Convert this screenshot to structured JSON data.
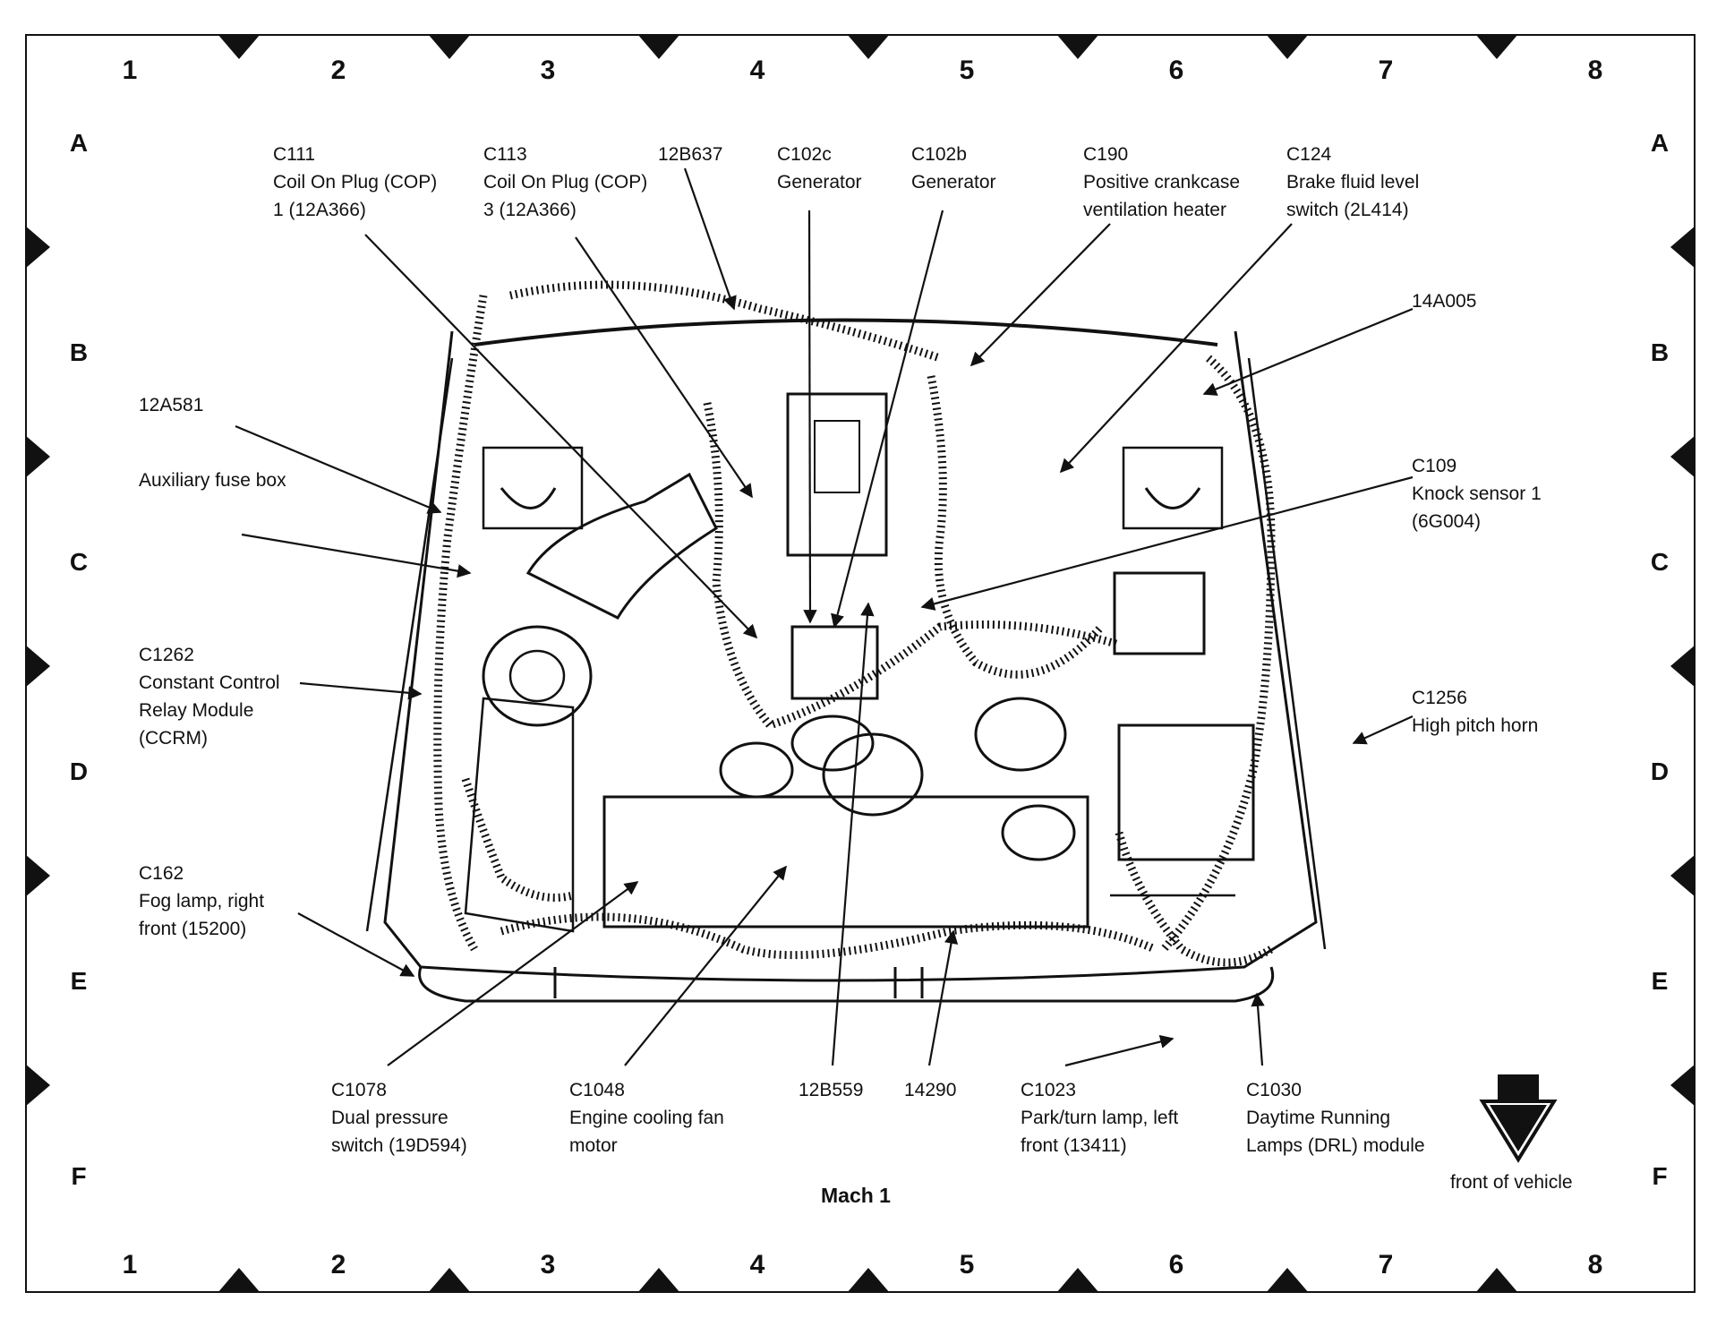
{
  "grid": {
    "columns": [
      "1",
      "2",
      "3",
      "4",
      "5",
      "6",
      "7",
      "8"
    ],
    "rows": [
      "A",
      "B",
      "C",
      "D",
      "E",
      "F"
    ]
  },
  "title": "Mach 1",
  "orientation_label": "front of vehicle",
  "callouts": [
    {
      "id": "c111",
      "lines": [
        "C111",
        "Coil On Plug (COP)",
        "1 (12A366)"
      ]
    },
    {
      "id": "c113",
      "lines": [
        "C113",
        "Coil On Plug (COP)",
        "3 (12A366)"
      ]
    },
    {
      "id": "12b637",
      "lines": [
        "12B637"
      ]
    },
    {
      "id": "c102c",
      "lines": [
        "C102c",
        "Generator"
      ]
    },
    {
      "id": "c102b",
      "lines": [
        "C102b",
        "Generator"
      ]
    },
    {
      "id": "c190",
      "lines": [
        "C190",
        "Positive crankcase",
        "ventilation heater"
      ]
    },
    {
      "id": "c124",
      "lines": [
        "C124",
        "Brake fluid level",
        "switch (2L414)"
      ]
    },
    {
      "id": "14a005",
      "lines": [
        "14A005"
      ]
    },
    {
      "id": "12a581",
      "lines": [
        "12A581"
      ]
    },
    {
      "id": "aux-fuse",
      "lines": [
        "Auxiliary fuse box"
      ]
    },
    {
      "id": "c109",
      "lines": [
        "C109",
        "Knock sensor 1",
        "(6G004)"
      ]
    },
    {
      "id": "c1262",
      "lines": [
        "C1262",
        "Constant Control",
        "Relay Module",
        "(CCRM)"
      ]
    },
    {
      "id": "c1256",
      "lines": [
        "C1256",
        "High pitch horn"
      ]
    },
    {
      "id": "c162",
      "lines": [
        "C162",
        "Fog lamp, right",
        "front (15200)"
      ]
    },
    {
      "id": "c1078",
      "lines": [
        "C1078",
        "Dual pressure",
        "switch (19D594)"
      ]
    },
    {
      "id": "c1048",
      "lines": [
        "C1048",
        "Engine cooling fan",
        "motor"
      ]
    },
    {
      "id": "12b559",
      "lines": [
        "12B559"
      ]
    },
    {
      "id": "14290",
      "lines": [
        "14290"
      ]
    },
    {
      "id": "c1023",
      "lines": [
        "C1023",
        "Park/turn lamp, left",
        "front (13411)"
      ]
    },
    {
      "id": "c1030",
      "lines": [
        "C1030",
        "Daytime Running",
        "Lamps (DRL) module"
      ]
    }
  ]
}
